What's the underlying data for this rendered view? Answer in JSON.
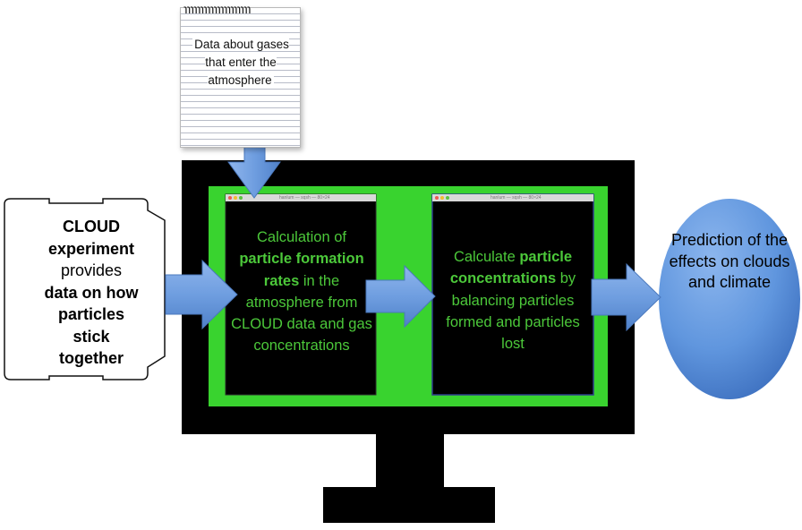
{
  "notepad": {
    "text": "Data about gases that enter the atmosphere"
  },
  "canister": {
    "line1": "CLOUD",
    "line2": "experiment",
    "line3": "provides",
    "line4": "data on how",
    "line5": "particles",
    "line6": "stick",
    "line7": "together"
  },
  "terminal1": {
    "window_title": "hanlum — sqsh — 80×24",
    "pre": "Calculation of ",
    "bold": "particle formation rates",
    "post": " in the atmosphere from CLOUD data and gas concentrations"
  },
  "terminal2": {
    "window_title": "hanlum — sqsh — 80×24",
    "pre": "Calculate ",
    "bold": "particle concentrations",
    "post": " by balancing particles formed and particles lost"
  },
  "prediction": {
    "text": "Prediction of the effects on clouds and climate"
  },
  "colors": {
    "monitor": "#000000",
    "screen": "#39d32f",
    "terminal_text": "#4cc83a",
    "arrow": "#6f9ee0",
    "ellipse": "#5b90d9"
  }
}
